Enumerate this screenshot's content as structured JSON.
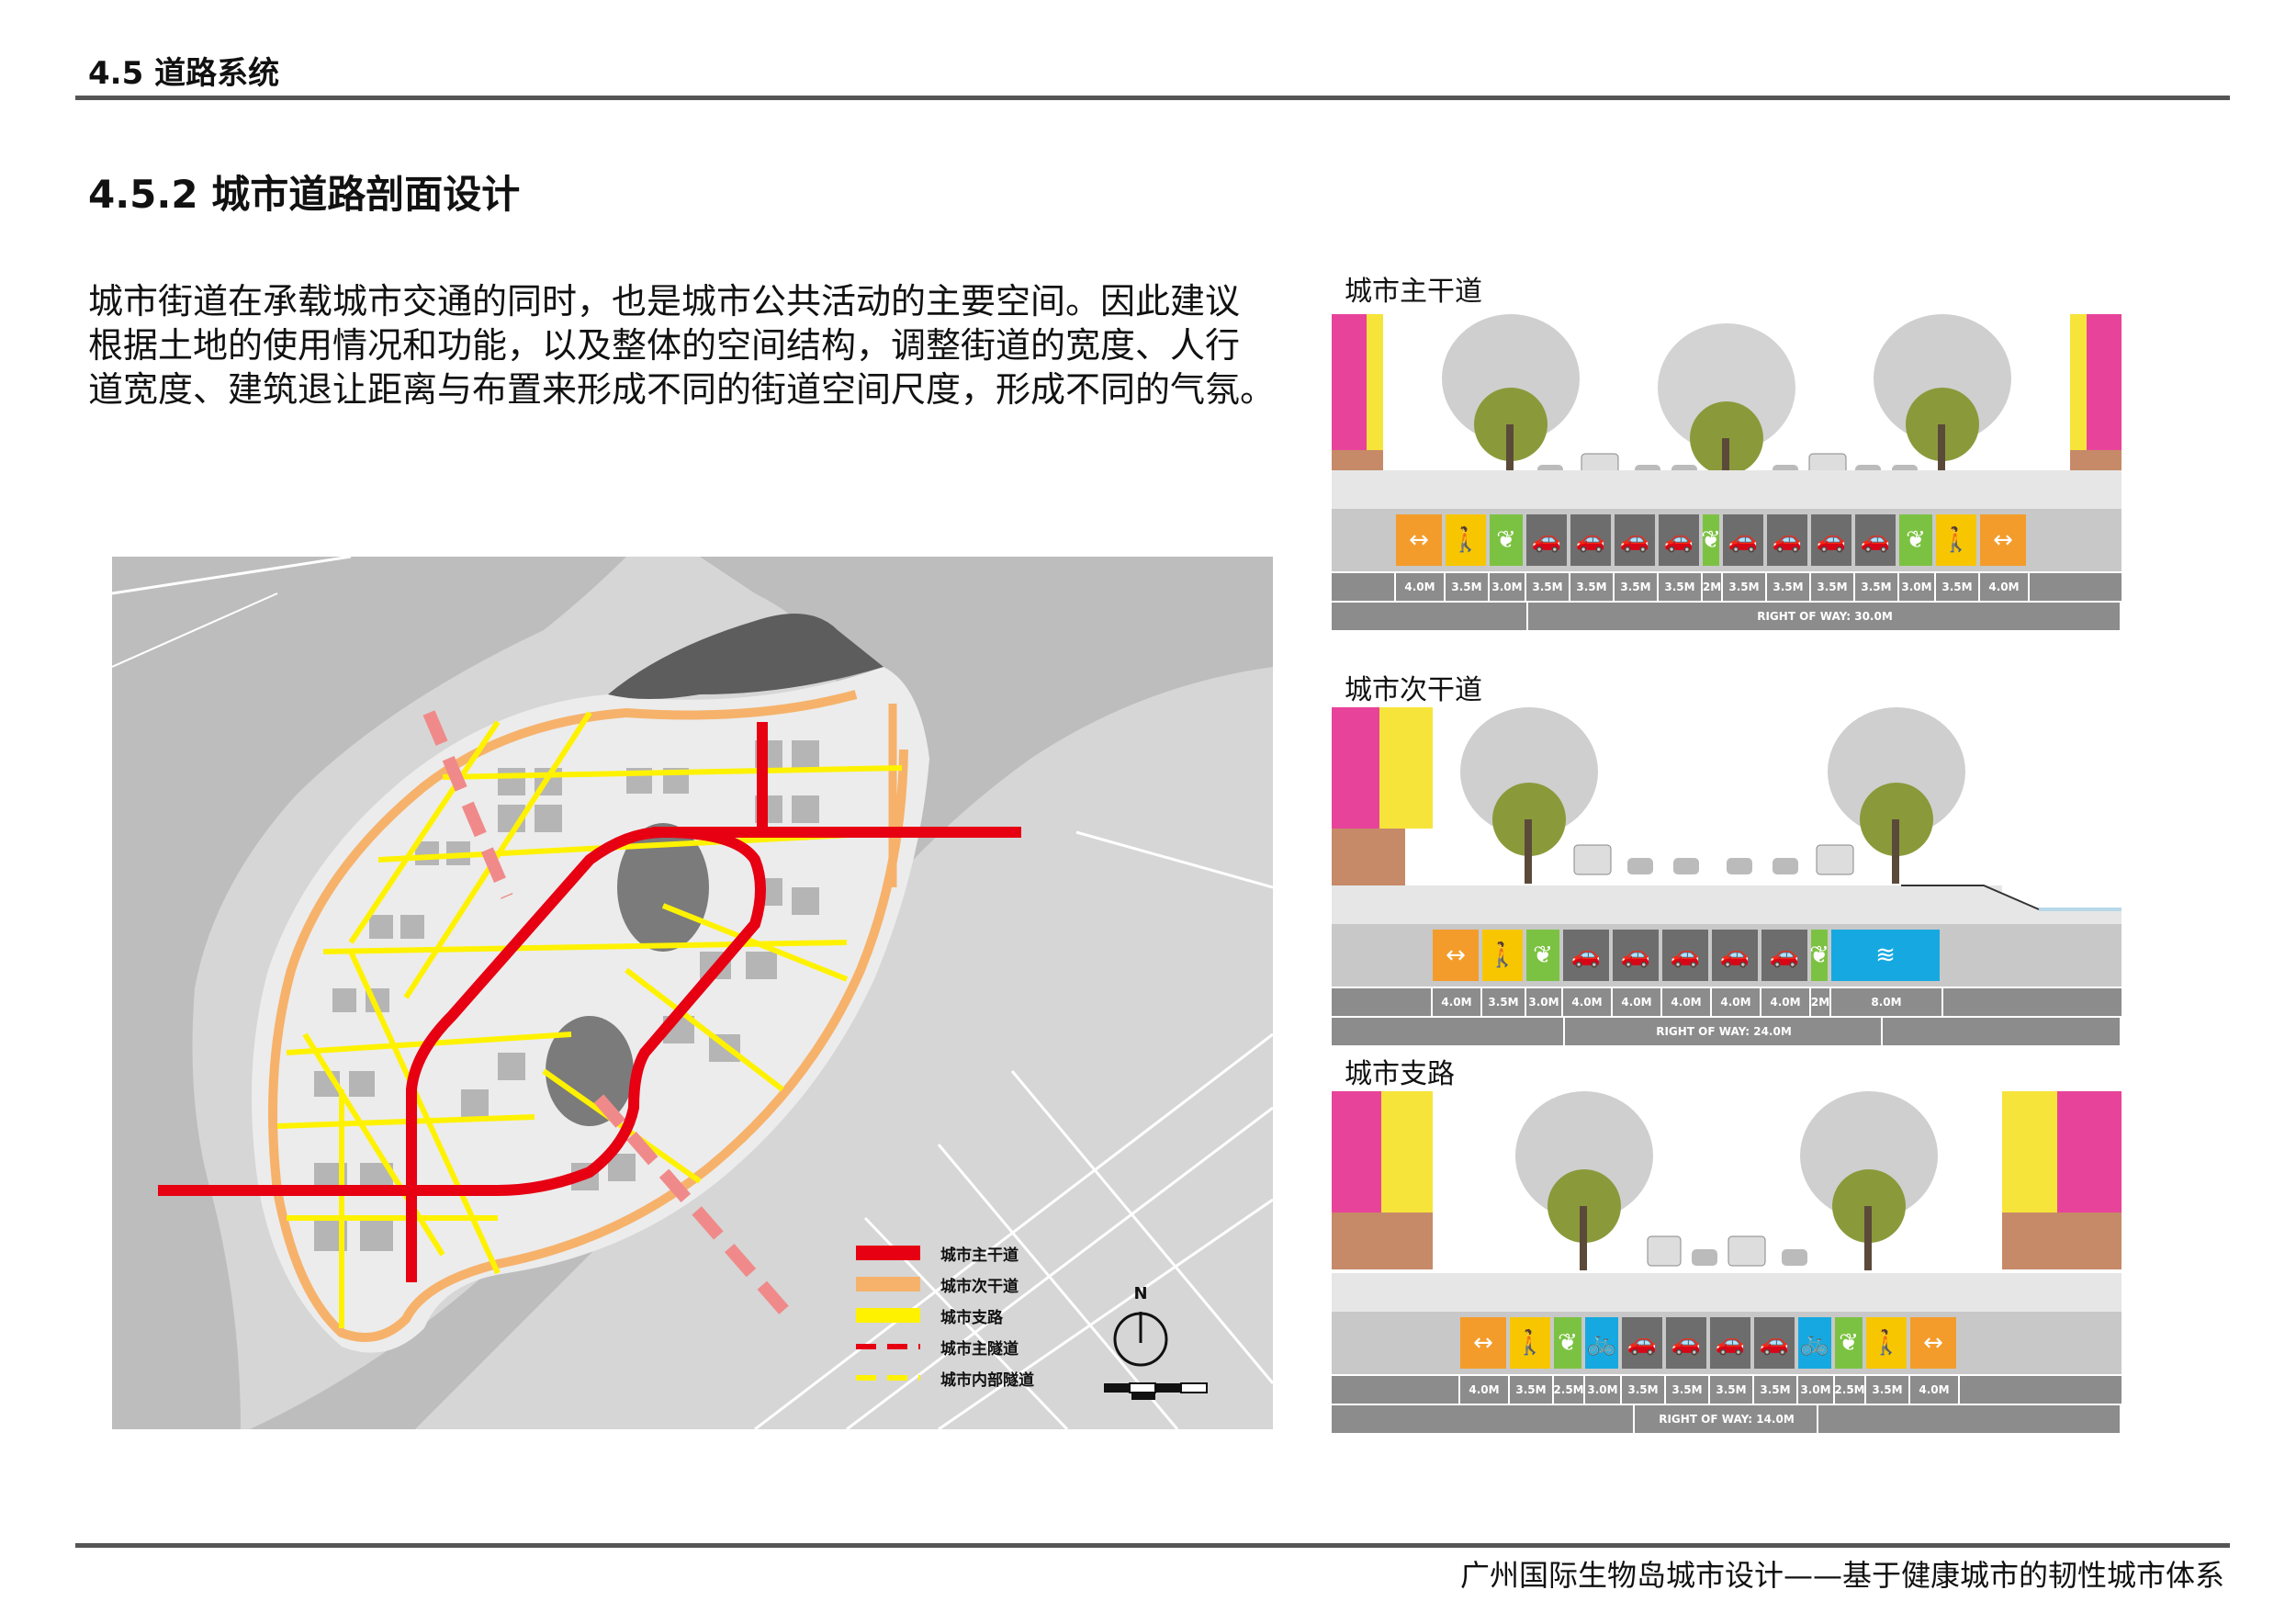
{
  "header": {
    "section": "4.5 道路系统"
  },
  "title": "4.5.2 城市道路剖面设计",
  "intro": [
    "城市街道在承载城市交通的同时，也是城市公共活动的主要空间。因此建议",
    "根据土地的使用情况和功能，以及整体的空间结构，调整街道的宽度、人行",
    "道宽度、建筑退让距离与布置来形成不同的街道空间尺度，形成不同的气氛。"
  ],
  "legend": [
    {
      "label": "城市主干道",
      "color": "#e60012",
      "style": "solid"
    },
    {
      "label": "城市次干道",
      "color": "#f6b26b",
      "style": "solid"
    },
    {
      "label": "城市支路",
      "color": "#fff200",
      "style": "solid"
    },
    {
      "label": "城市主隧道",
      "color": "#e60012",
      "style": "dashed"
    },
    {
      "label": "城市内部隧道",
      "color": "#fff200",
      "style": "dashed"
    }
  ],
  "compass": {
    "label": "N"
  },
  "colors": {
    "major": "#e60012",
    "secondary": "#f6b26b",
    "branch": "#fff200",
    "lane_orange": "#f39c2b",
    "lane_yellow": "#f7c600",
    "lane_green": "#7cc242",
    "lane_gray": "#6d6d6d",
    "lane_blue": "#16a9e1",
    "bld_magenta": "#e8439a",
    "bld_yellow": "#f7e43a",
    "bld_brown": "#c68a68"
  },
  "sections": [
    {
      "name": "城市主干道",
      "lanes": [
        {
          "icon": "width-arrow-icon",
          "kind": "orange",
          "width": "4.0M"
        },
        {
          "icon": "pedestrian-icon",
          "kind": "yellow",
          "width": "3.5M"
        },
        {
          "icon": "plant-icon",
          "kind": "green",
          "width": "3.0M"
        },
        {
          "icon": "car-icon",
          "kind": "gray",
          "width": "3.5M"
        },
        {
          "icon": "car-icon",
          "kind": "gray",
          "width": "3.5M"
        },
        {
          "icon": "car-icon",
          "kind": "gray",
          "width": "3.5M"
        },
        {
          "icon": "car-icon",
          "kind": "gray",
          "width": "3.5M"
        },
        {
          "icon": "plant-icon",
          "kind": "green",
          "width": "2M"
        },
        {
          "icon": "car-icon",
          "kind": "gray",
          "width": "3.5M"
        },
        {
          "icon": "car-icon",
          "kind": "gray",
          "width": "3.5M"
        },
        {
          "icon": "car-icon",
          "kind": "gray",
          "width": "3.5M"
        },
        {
          "icon": "car-icon",
          "kind": "gray",
          "width": "3.5M"
        },
        {
          "icon": "plant-icon",
          "kind": "green",
          "width": "3.0M"
        },
        {
          "icon": "pedestrian-icon",
          "kind": "yellow",
          "width": "3.5M"
        },
        {
          "icon": "width-arrow-icon",
          "kind": "orange",
          "width": "4.0M"
        }
      ],
      "row": "RIGHT OF WAY: 30.0M"
    },
    {
      "name": "城市次干道",
      "lanes": [
        {
          "icon": "width-arrow-icon",
          "kind": "orange",
          "width": "4.0M"
        },
        {
          "icon": "pedestrian-icon",
          "kind": "yellow",
          "width": "3.5M"
        },
        {
          "icon": "plant-icon",
          "kind": "green",
          "width": "3.0M"
        },
        {
          "icon": "car-icon",
          "kind": "gray",
          "width": "4.0M"
        },
        {
          "icon": "car-icon",
          "kind": "gray",
          "width": "4.0M"
        },
        {
          "icon": "car-icon",
          "kind": "gray",
          "width": "4.0M"
        },
        {
          "icon": "car-icon",
          "kind": "gray",
          "width": "4.0M"
        },
        {
          "icon": "car-icon",
          "kind": "gray",
          "width": "4.0M"
        },
        {
          "icon": "plant-icon",
          "kind": "green",
          "width": "2M"
        },
        {
          "icon": "water-icon",
          "kind": "blue",
          "width": "8.0M"
        }
      ],
      "row": "RIGHT OF WAY: 24.0M"
    },
    {
      "name": "城市支路",
      "lanes": [
        {
          "icon": "width-arrow-icon",
          "kind": "orange",
          "width": "4.0M"
        },
        {
          "icon": "pedestrian-icon",
          "kind": "yellow",
          "width": "3.5M"
        },
        {
          "icon": "plant-icon",
          "kind": "green",
          "width": "2.5M"
        },
        {
          "icon": "bicycle-icon",
          "kind": "blue",
          "width": "3.0M"
        },
        {
          "icon": "car-icon",
          "kind": "gray",
          "width": "3.5M"
        },
        {
          "icon": "car-icon",
          "kind": "gray",
          "width": "3.5M"
        },
        {
          "icon": "car-icon",
          "kind": "gray",
          "width": "3.5M"
        },
        {
          "icon": "car-icon",
          "kind": "gray",
          "width": "3.5M"
        },
        {
          "icon": "bicycle-icon",
          "kind": "blue",
          "width": "3.0M"
        },
        {
          "icon": "plant-icon",
          "kind": "green",
          "width": "2.5M"
        },
        {
          "icon": "pedestrian-icon",
          "kind": "yellow",
          "width": "3.5M"
        },
        {
          "icon": "width-arrow-icon",
          "kind": "orange",
          "width": "4.0M"
        }
      ],
      "row": "RIGHT OF WAY: 14.0M"
    }
  ],
  "footer": "广州国际生物岛城市设计——基于健康城市的韧性城市体系"
}
